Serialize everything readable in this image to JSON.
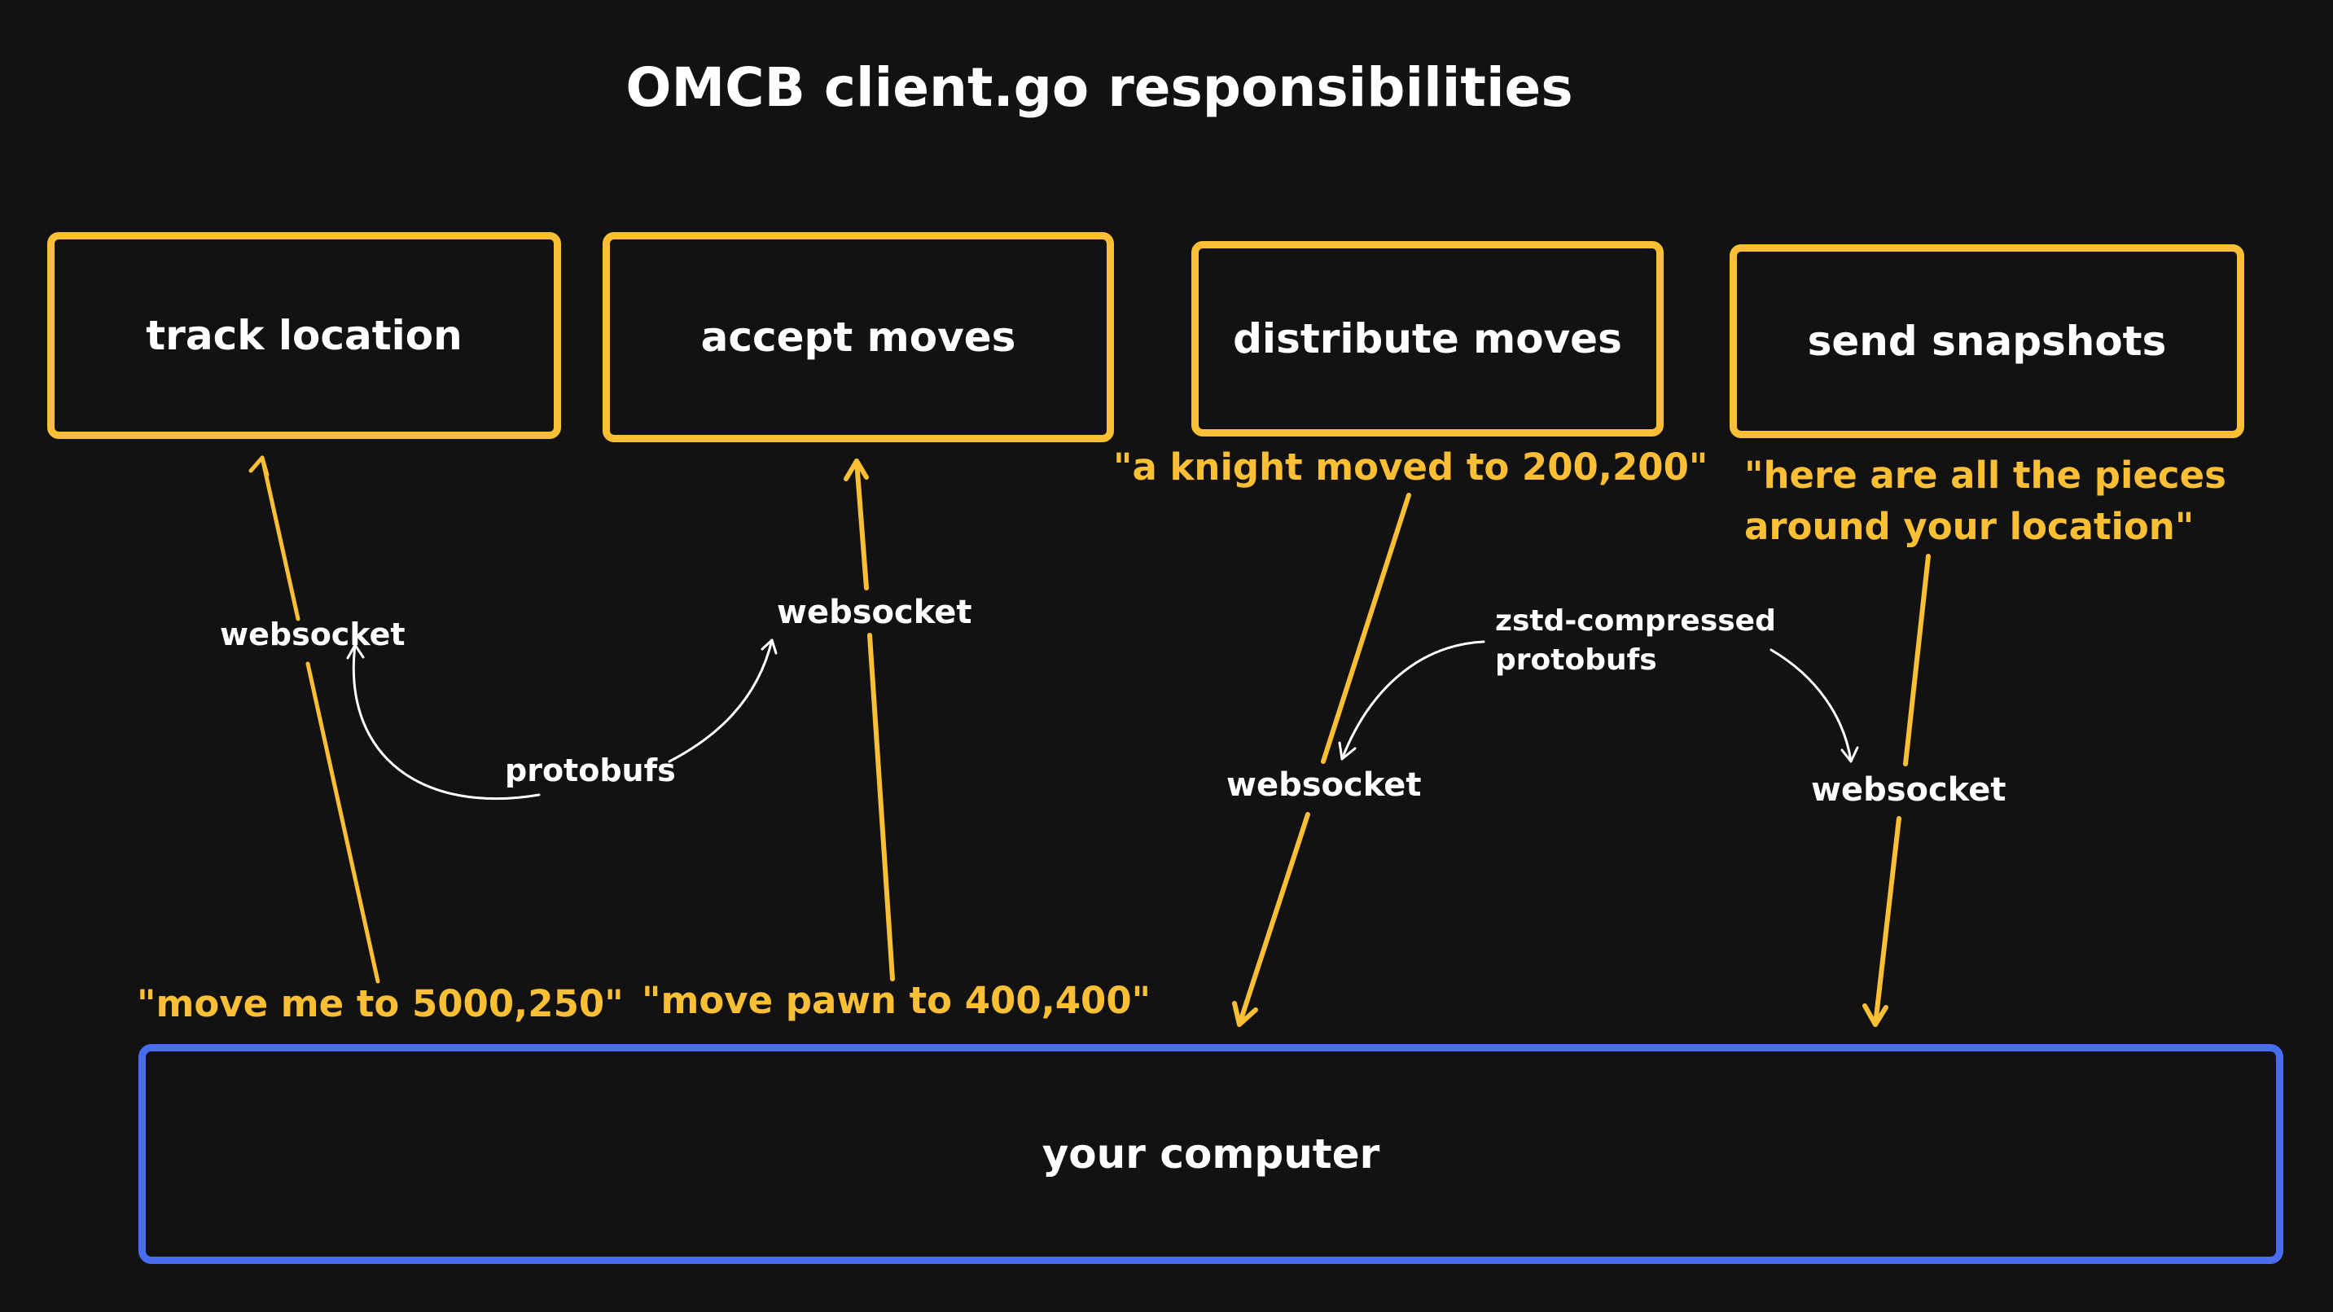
{
  "title": "OMCB client.go responsibilities",
  "colors": {
    "background": "#121212",
    "box_border": "#fbbf36",
    "computer_border": "#4a6cf0",
    "quote_text": "#fbbf36",
    "label_text": "#ffffff",
    "flow_arrow": "#fbbf36",
    "annotation_arrow": "#ffffff"
  },
  "responsibilities": [
    {
      "label": "track location"
    },
    {
      "label": "accept moves"
    },
    {
      "label": "distribute moves"
    },
    {
      "label": "send snapshots"
    }
  ],
  "computer": {
    "label": "your computer"
  },
  "messages": {
    "move_me": "\"move me to 5000,250\"",
    "move_pawn": "\"move pawn to 400,400\"",
    "knight_moved": "\"a knight moved to 200,200\"",
    "snapshot_line1": "\"here are all the pieces",
    "snapshot_line2": "around your location\""
  },
  "transports": {
    "websocket_1": "websocket",
    "websocket_2": "websocket",
    "websocket_3": "websocket",
    "websocket_4": "websocket",
    "protobufs": "protobufs",
    "zstd_line1": "zstd-compressed",
    "zstd_line2": "protobufs"
  }
}
